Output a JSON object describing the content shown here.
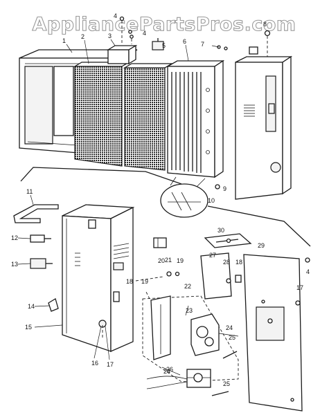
{
  "watermark": "AppliancePartsPros.com",
  "callouts": [
    "1",
    "2",
    "3",
    "4",
    "4",
    "5",
    "6",
    "7",
    "8",
    "9",
    "10",
    "11",
    "12",
    "13",
    "14",
    "15",
    "16",
    "17",
    "17",
    "18",
    "18",
    "19",
    "19",
    "20",
    "21",
    "22",
    "23",
    "24",
    "24",
    "25",
    "25",
    "26",
    "27",
    "28",
    "29",
    "30",
    "4"
  ]
}
